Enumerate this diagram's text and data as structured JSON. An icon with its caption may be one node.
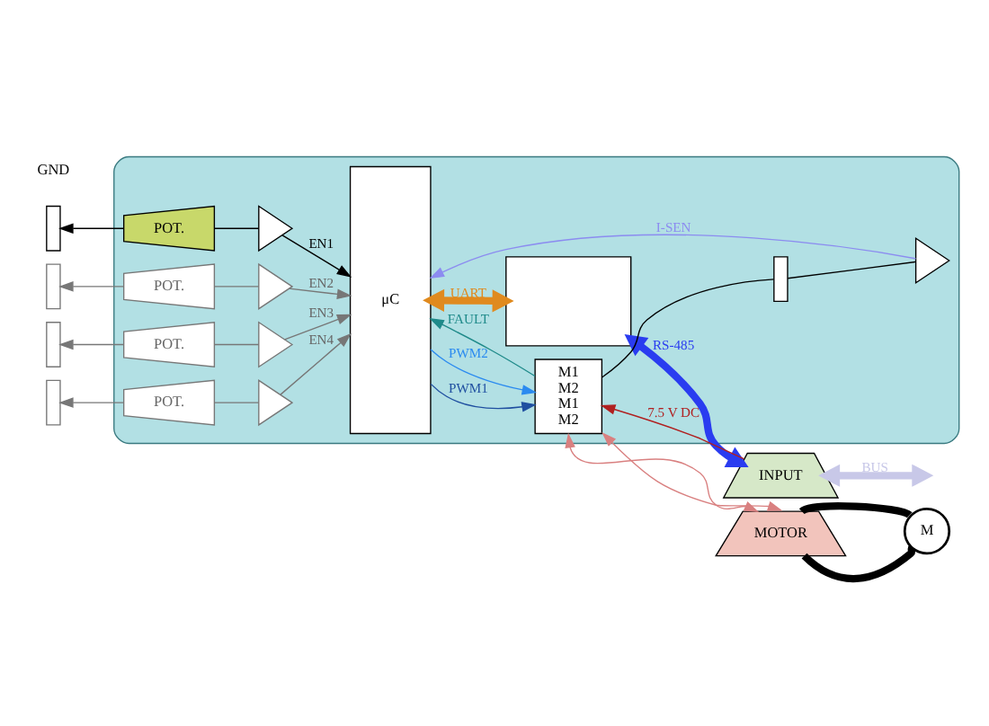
{
  "diagram": {
    "nodes": [
      {
        "text": [],
        "shape": "box"
      },
      {
        "text": [
          "POT."
        ],
        "in": 0
      },
      {
        "text": [
          "POT."
        ],
        "in": 0
      },
      {
        "text": [
          "POT."
        ],
        "in": 0
      },
      {
        "text": [
          "POT."
        ],
        "in": 0
      },
      {
        "text": [],
        "shape": "resistor"
      },
      {
        "text": [],
        "shape": "resistor"
      },
      {
        "text": [],
        "shape": "resistor"
      },
      {
        "text": [],
        "shape": "resistor"
      },
      {
        "text": [],
        "shape": "triangle",
        "in": 0
      },
      {
        "text": [],
        "shape": "triangle",
        "in": 0
      },
      {
        "text": [],
        "shape": "triangle",
        "in": 0
      },
      {
        "text": [],
        "shape": "triangle",
        "in": 0
      },
      {
        "text": [
          "μC"
        ],
        "in": 0
      },
      {
        "text": [],
        "shape": "box",
        "in": 0
      },
      {
        "text": [
          "M1",
          "M2",
          "M1",
          "M2"
        ],
        "in": 0
      },
      {
        "text": [],
        "shape": "triangle",
        "in": 0
      },
      {
        "text": [],
        "shape": "resistor",
        "in": 0
      },
      {
        "text": [
          "MOTOR"
        ]
      },
      {
        "text": [
          "INPUT"
        ]
      },
      {
        "text": [
          "M"
        ]
      }
    ],
    "edges": [
      {
        "from": 1,
        "to": 5,
        "arrow": "to",
        "color": "#000000"
      },
      {
        "from": 2,
        "to": 6,
        "arrow": "to"
      },
      {
        "from": 3,
        "to": 7,
        "arrow": "to"
      },
      {
        "from": 4,
        "to": 8,
        "arrow": "to"
      },
      {
        "from": 1,
        "to": 9,
        "arrow": "none",
        "color": "#000000"
      },
      {
        "from": 2,
        "to": 10,
        "arrow": "none"
      },
      {
        "from": 3,
        "to": 11,
        "arrow": "none"
      },
      {
        "from": 4,
        "to": 12,
        "arrow": "none"
      },
      {
        "from": 9,
        "to": 13,
        "arrow": "to",
        "label": "EN1",
        "color": "#000000"
      },
      {
        "from": 10,
        "to": 13,
        "arrow": "to",
        "label": "EN2"
      },
      {
        "from": 11,
        "to": 13,
        "arrow": "to",
        "label": "EN3"
      },
      {
        "from": 12,
        "to": 13,
        "arrow": "to",
        "label": "EN4"
      },
      {
        "from": 13,
        "to": 14,
        "arrow": "both",
        "label": "UART",
        "style": "thick",
        "color": "#e08a1e"
      },
      {
        "from": 14,
        "to": 19,
        "arrow": "both",
        "label": "RS-485",
        "style": "thick",
        "color": "#2a3cf0"
      },
      {
        "from": 16,
        "to": 13,
        "arrow": "to",
        "label": "I-SEN",
        "color": "#8c8cf0"
      },
      {
        "from": 13,
        "to": 15,
        "arrow": "to",
        "label": "PWM1",
        "color": "#1f4fa0"
      },
      {
        "from": 13,
        "to": 15,
        "arrow": "to",
        "label": "PWM2",
        "color": "#2a8af0"
      },
      {
        "from": 15,
        "to": 13,
        "arrow": "to",
        "label": "FAULT",
        "color": "#1f8a8a"
      },
      {
        "from": 15,
        "to": 17,
        "arrow": "none",
        "color": "#000000"
      },
      {
        "from": 17,
        "to": 16,
        "arrow": "none",
        "color": "#000000"
      },
      {
        "from": 15,
        "to": 18,
        "arrow": "both",
        "color": "#d98080"
      },
      {
        "from": 15,
        "to": 18,
        "arrow": "both",
        "color": "#d98080"
      },
      {
        "from": 19,
        "to": 15,
        "arrow": "to",
        "label": "7.5 V DC",
        "color": "#b02020"
      },
      {
        "from": 18,
        "to": 20,
        "arrow": "none",
        "style": "thick",
        "color": "#000000"
      },
      {
        "from": 18,
        "to": 20,
        "arrow": "none",
        "style": "thick",
        "color": "#000000"
      },
      {
        "from": 19,
        "to": null,
        "arrow": "both",
        "label": "BUS",
        "style": "thick",
        "color": "#c8c8e8"
      }
    ],
    "labels": [
      "GND"
    ]
  }
}
